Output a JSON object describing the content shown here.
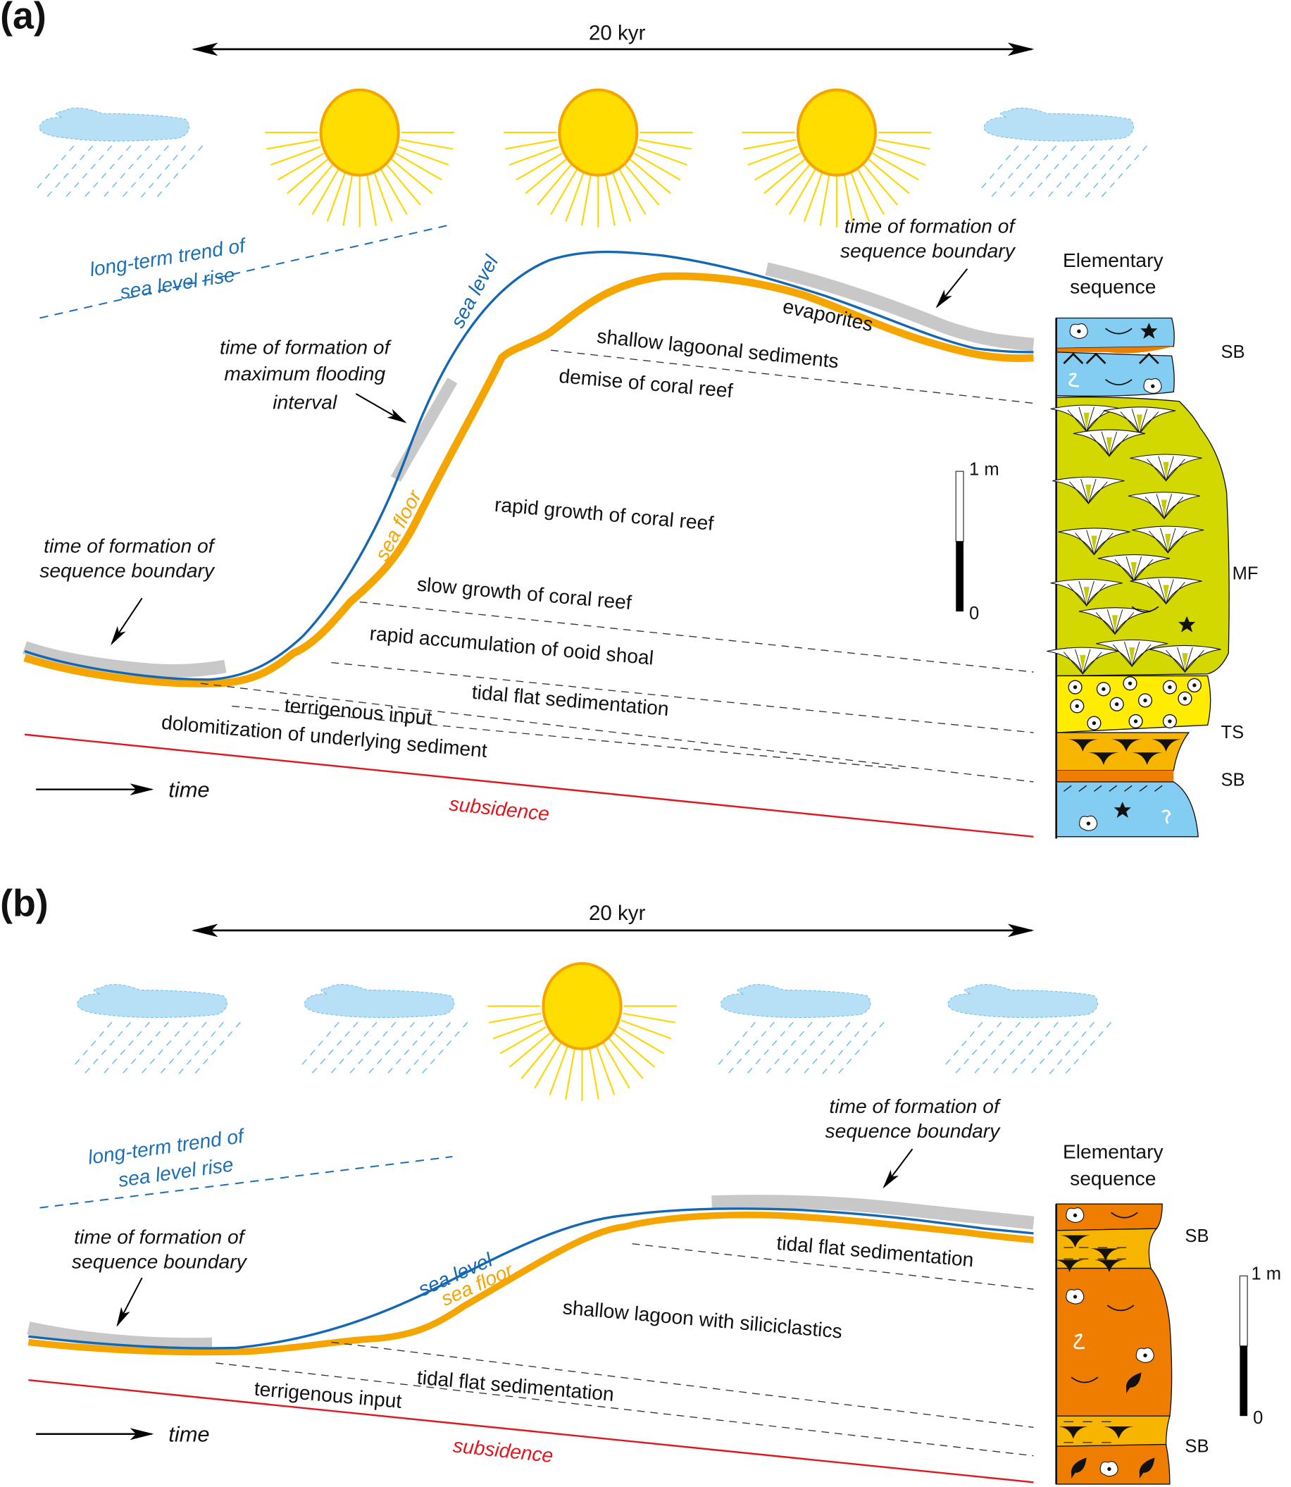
{
  "colors": {
    "sea_level": "#1467b3",
    "sea_floor": "#f5a500",
    "grey_band": "#c8c8c8",
    "subsidence": "#e0161f",
    "cloud": "#b7e0f7",
    "rain": "#5bbbe6",
    "sun": "#ffdd00",
    "sun_edge": "#f5a500",
    "ray": "#ffd600",
    "bed_blue": "#84cdf2",
    "bed_green": "#d3d800",
    "bed_yellow": "#ffec00",
    "bed_amber": "#f7b500",
    "bed_orange": "#ef7d00"
  },
  "panel_a": {
    "tag": "(a)",
    "duration": "20 kyr",
    "weather": [
      "rain",
      "sun",
      "sun",
      "sun",
      "rain"
    ],
    "trend_label": [
      "long-term trend of",
      "sea level rise"
    ],
    "sea_level_label": "sea level",
    "sea_floor_label": "sea floor",
    "mfi_label": [
      "time of formation of",
      "maximum flooding",
      "interval"
    ],
    "sb_left_label": [
      "time of formation of",
      "sequence boundary"
    ],
    "sb_right_label": [
      "time of formation of",
      "sequence boundary"
    ],
    "facies": [
      "evaporites",
      "shallow lagoonal sediments",
      "demise of coral reef",
      "rapid growth of coral reef",
      "slow growth of coral reef",
      "rapid accumulation of ooid shoal",
      "tidal flat sedimentation",
      "terrigenous input",
      "dolomitization of underlying sediment"
    ],
    "time_label": "time",
    "subsidence_label": "subsidence",
    "scale": {
      "top": "1 m",
      "bottom": "0",
      "filled_fraction": 0.5
    },
    "column_title": [
      "Elementary",
      "sequence"
    ],
    "column_labels": [
      "SB",
      "MF",
      "TS",
      "SB"
    ]
  },
  "panel_b": {
    "tag": "(b)",
    "duration": "20 kyr",
    "weather": [
      "rain",
      "rain",
      "sun",
      "rain",
      "rain"
    ],
    "trend_label": [
      "long-term trend of",
      "sea level rise"
    ],
    "sea_level_label": "sea level",
    "sea_floor_label": "sea floor",
    "sb_left_label": [
      "time of formation of",
      "sequence boundary"
    ],
    "sb_right_label": [
      "time of formation of",
      "sequence boundary"
    ],
    "facies": [
      "tidal flat sedimentation",
      "shallow lagoon with siliciclastics",
      "tidal flat sedimentation",
      "terrigenous input"
    ],
    "time_label": "time",
    "subsidence_label": "subsidence",
    "scale": {
      "top": "1 m",
      "bottom": "0",
      "filled_fraction": 0.5
    },
    "column_title": [
      "Elementary",
      "sequence"
    ],
    "column_labels": [
      "SB",
      "SB"
    ]
  }
}
